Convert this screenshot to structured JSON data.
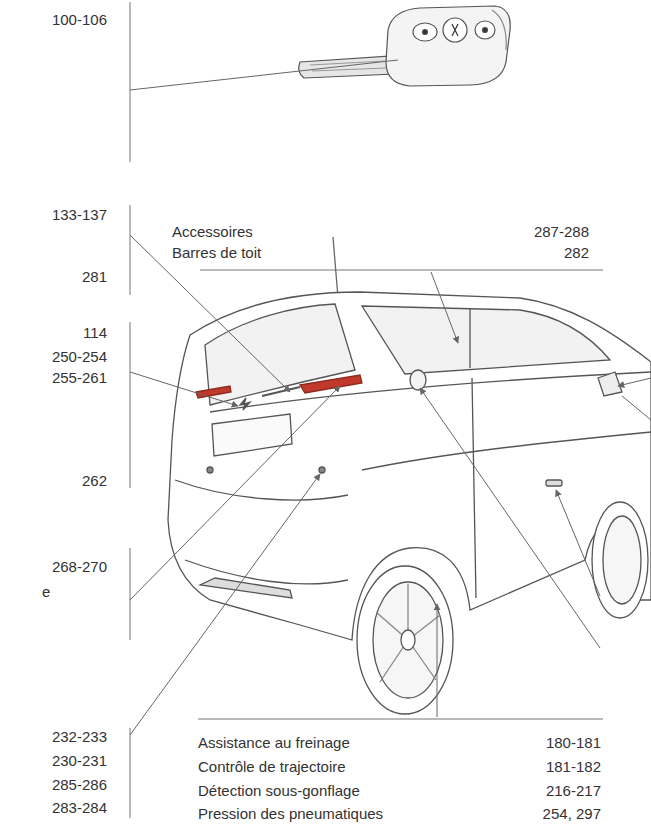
{
  "diagram": {
    "labels": [
      "100-106",
      "Accessoires",
      "287-288",
      "Barres de toit",
      "282",
      "133-137",
      "281",
      "114",
      "250-254",
      "255-261",
      "262",
      "268-270",
      "e",
      "232-233",
      "230-231",
      "285-286",
      "283-284",
      "Assistance au freinage",
      "180-181",
      "Contrôle de trajectoire",
      "181-182",
      "Détection sous-gonflage",
      "216-217",
      "Pression des pneumatiques",
      "254, 297"
    ]
  }
}
